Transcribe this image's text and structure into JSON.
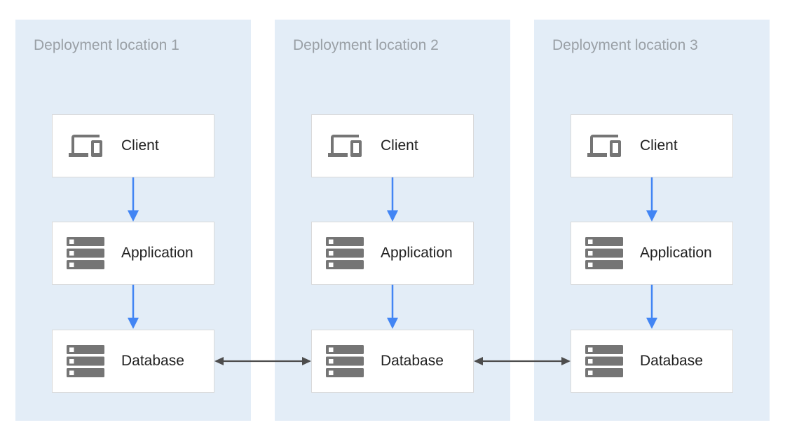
{
  "diagram": {
    "panels": [
      {
        "title": "Deployment location 1",
        "nodes": [
          {
            "label": "Client",
            "icon": "devices-icon"
          },
          {
            "label": "Application",
            "icon": "server-stack-icon"
          },
          {
            "label": "Database",
            "icon": "server-stack-icon"
          }
        ]
      },
      {
        "title": "Deployment location 2",
        "nodes": [
          {
            "label": "Client",
            "icon": "devices-icon"
          },
          {
            "label": "Application",
            "icon": "server-stack-icon"
          },
          {
            "label": "Database",
            "icon": "server-stack-icon"
          }
        ]
      },
      {
        "title": "Deployment location 3",
        "nodes": [
          {
            "label": "Client",
            "icon": "devices-icon"
          },
          {
            "label": "Application",
            "icon": "server-stack-icon"
          },
          {
            "label": "Database",
            "icon": "server-stack-icon"
          }
        ]
      }
    ],
    "arrows": {
      "vertical": [
        {
          "from": "Client",
          "to": "Application",
          "type": "one-way-down"
        },
        {
          "from": "Application",
          "to": "Database",
          "type": "one-way-down"
        }
      ],
      "horizontal": [
        {
          "from": "Database location 1",
          "to": "Database location 2",
          "type": "two-way"
        },
        {
          "from": "Database location 2",
          "to": "Database location 3",
          "type": "two-way"
        }
      ]
    },
    "colors": {
      "panel_background": "#e3edf7",
      "panel_title_text": "#9aa0a6",
      "node_background": "#ffffff",
      "node_border": "#d9d9d9",
      "node_label_text": "#212121",
      "icon_gray": "#757575",
      "flow_arrow_blue": "#4285f4",
      "sync_arrow_dark": "#4d4d4d"
    }
  }
}
